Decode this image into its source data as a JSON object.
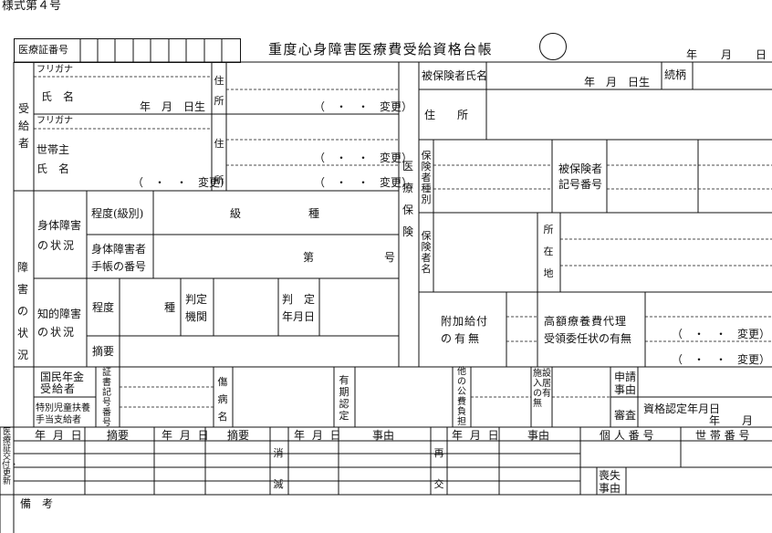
{
  "form_no": "様式第４号",
  "title": "重度心身障害医療費受給資格台帳",
  "date_header": {
    "y": "年",
    "m": "月",
    "d": "日"
  },
  "cert_no_label": "医療証番号",
  "recipient": {
    "section": "受給者",
    "furigana": "フリガナ",
    "name": "氏　名",
    "birth": "年　月　日生",
    "address": "住所",
    "change": "（　・　・　変更）",
    "head_label_1": "世帯主",
    "head_label_2": "氏　名"
  },
  "insurance": {
    "section": "医療保険",
    "insured_name": "被保険者氏名",
    "birth": "年　月　日生",
    "relation": "続柄",
    "address": "住　　所",
    "ins_type": "保険者種別",
    "insured_id_1": "被保険者",
    "insured_id_2": "記号番号",
    "insurer_name": "保険者名",
    "insurer_addr": "所在地",
    "benefit_1": "附加給付",
    "benefit_2": "の有無",
    "proxy_1": "高額療養費代理",
    "proxy_2": "受領委任状の有無",
    "change": "（　・　・　変更）"
  },
  "disability": {
    "section": "障害の状況",
    "physical_1": "身体障害",
    "physical_2": "の状況",
    "grade": "程度(級別)",
    "kyu": "級",
    "shu": "種",
    "book_1": "身体障害者",
    "book_2": "手帳の番号",
    "dai": "第",
    "go": "号",
    "intellectual_1": "知的障害",
    "intellectual_2": "の状況",
    "degree": "程度",
    "shu2": "種",
    "judge_org_1": "判定",
    "judge_org_2": "機関",
    "judge_date_1": "判　定",
    "judge_date_2": "年月日",
    "summary": "摘要"
  },
  "pension": {
    "pension_1": "国民年金",
    "pension_2": "受給者",
    "child_1": "特別児童扶養",
    "child_2": "手当支給者",
    "cert_no": "証書記号番号",
    "disease": "傷病名",
    "validity": "有期認定",
    "public_burden": "他の公費負担",
    "facility": "施設入居の有無",
    "apply_1": "申請",
    "apply_2": "事由",
    "review": "審査",
    "cert_date": "資格認定年月日",
    "ymd": "年　　月　　日"
  },
  "bottom": {
    "issue": "医療証交付・更新",
    "ymd": "年 月 日",
    "summary": "摘要",
    "extinct": "消滅",
    "reason": "事由",
    "reissue": "再交",
    "personal_no": "個 人 番 号",
    "household_no": "世 帯 番 号",
    "loss_1": "喪失",
    "loss_2": "事由",
    "remarks": "備　考"
  }
}
